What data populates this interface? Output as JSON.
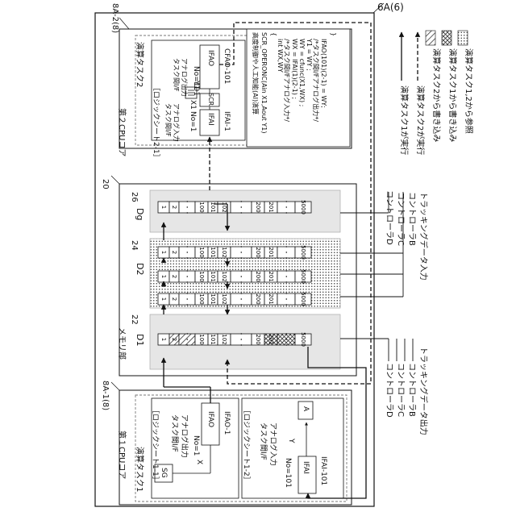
{
  "figure_label": "6A(6)",
  "modules": {
    "cpu2": {
      "ref": "8A-2(8)",
      "title": "第２CPUコア",
      "task": "演算タスク2",
      "sheet_top": {
        "label": "［ロジックシート2-1］",
        "output_block": {
          "caption_line1": "タスク間I/F",
          "caption_line2": "アナログ出力",
          "no": "No=101",
          "signal": "Y1",
          "tag": "IFAO",
          "name": "CFAO-101"
        },
        "input_block": {
          "caption_line1": "タスク間I/F",
          "caption_line2": "アナログ入力",
          "no": "No=1",
          "signal": "X1",
          "tag": "IFAI",
          "name": "IFAI-1"
        },
        "scr_label": "SCR"
      },
      "code": {
        "title": "高度制御や人工知能(AI)演算",
        "func": "SCR_OPERONC(Ain X1,Aout Y1)",
        "lines": [
          "{",
          "int WX,WY",
          "/*タスク間I/Fアナログ入力*/",
          "WX = IFAI(1)(2-1) ;",
          "WY = cfunc(X1,WX) ;",
          "Y1 = WY ;",
          "/*タスク間I/Fアナログ出力*/",
          "IFAO(101)(2-1) = WY;",
          "}"
        ]
      }
    },
    "cpu1": {
      "ref": "8A-1(8)",
      "title": "第１CPUコア",
      "task": "演算タスク1",
      "sheet_1": {
        "label": "［ロジックシート1-1］",
        "sg": "SG",
        "signal": "X",
        "caption_line1": "タスク間I/F",
        "caption_line2": "アナログ出力",
        "no": "No=1",
        "tag": "IFAO",
        "name": "IFAO-1"
      },
      "sheet_2": {
        "label": "［ロジックシート1-2］",
        "a": "A",
        "signal": "Y",
        "caption_line1": "タスク間I/F",
        "caption_line2": "アナログ入力",
        "no": "No=101",
        "tag": "IFAI",
        "name": "IFAI-101"
      }
    },
    "memory": {
      "ref": "20",
      "title": "メモリ部",
      "groups": [
        {
          "ref": "26",
          "name": "Dg"
        },
        {
          "ref": "24",
          "name": "D2"
        },
        {
          "ref": "22",
          "name": "D1"
        }
      ],
      "cells": [
        "1",
        "2",
        "・・・",
        "100",
        "101",
        "102",
        "・・・",
        "200",
        "201",
        "・・・",
        "5000"
      ]
    }
  },
  "controllers": {
    "top": [
      "コントローラD",
      "コントローラC",
      "コントローラB",
      "トラッキングデータ入力"
    ],
    "bottom": [
      "コントローラD",
      "コントローラC",
      "コントローラB",
      "トラッキングデータ出力"
    ]
  },
  "legend": [
    {
      "text": "演算タスク1が実行",
      "kind": "solid-arrow"
    },
    {
      "text": "演算タスク2が実行",
      "kind": "dashed-arrow"
    },
    {
      "text": "演算タスク2から書き込み",
      "kind": "diag-hatch"
    },
    {
      "text": "演算タスク1から書き込み",
      "kind": "cross-hatch"
    },
    {
      "text": "演算タスク1,2から参照",
      "kind": "dots"
    }
  ]
}
